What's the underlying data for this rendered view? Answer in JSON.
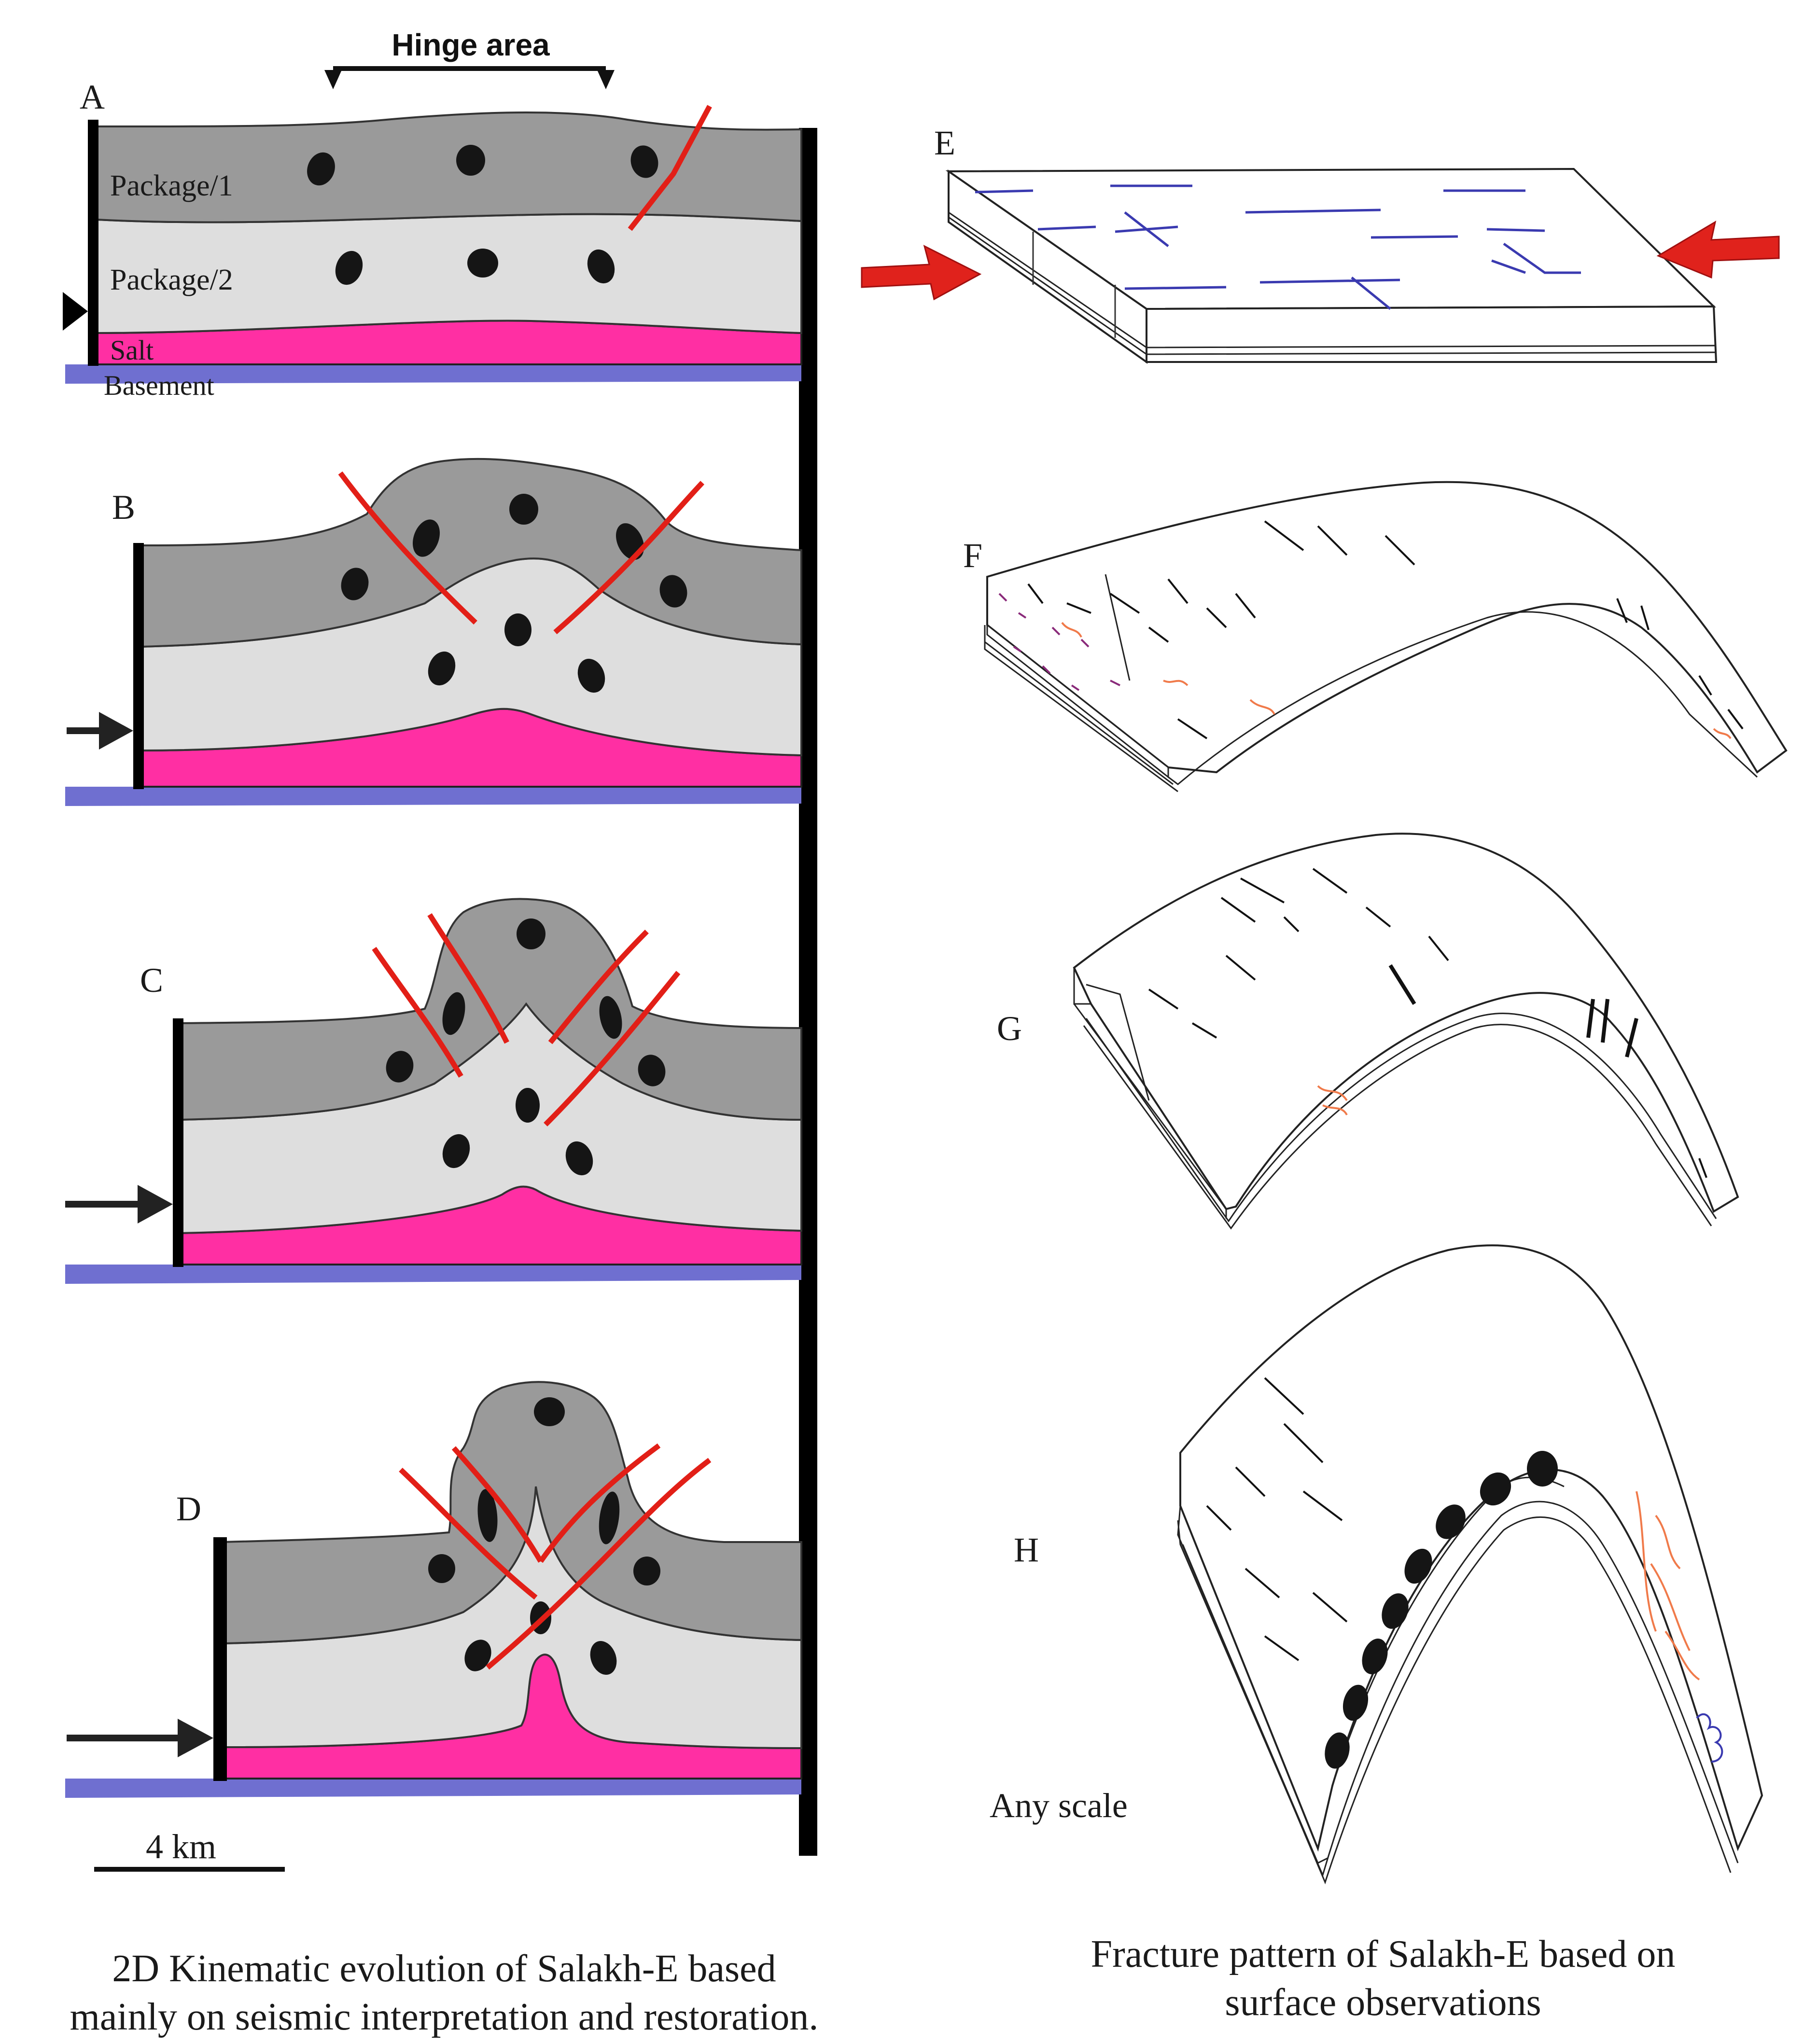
{
  "panels": {
    "A": "A",
    "B": "B",
    "C": "C",
    "D": "D",
    "E": "E",
    "F": "F",
    "G": "G",
    "H": "H"
  },
  "labels": {
    "hinge_area": "Hinge area",
    "package1": "Package/1",
    "package2": "Package/2",
    "salt": "Salt",
    "basement": "Basement",
    "scale_bar": "4 km",
    "any_scale": "Any scale"
  },
  "captions": {
    "left_line1": "2D Kinematic evolution of Salakh-E based",
    "left_line2": "mainly on seismic interpretation and restoration.",
    "right_line1": "Fracture pattern of Salakh-E based on",
    "right_line2": "surface observations"
  },
  "colors": {
    "package1": "#9a9a9a",
    "package2": "#dedede",
    "salt": "#ff2fa3",
    "basement": "#6f6fd0",
    "fault": "#e21f17",
    "arrow_red": "#e0221c",
    "fracture_blue": "#3a3ab0",
    "fracture_orange": "#f07a4a"
  }
}
